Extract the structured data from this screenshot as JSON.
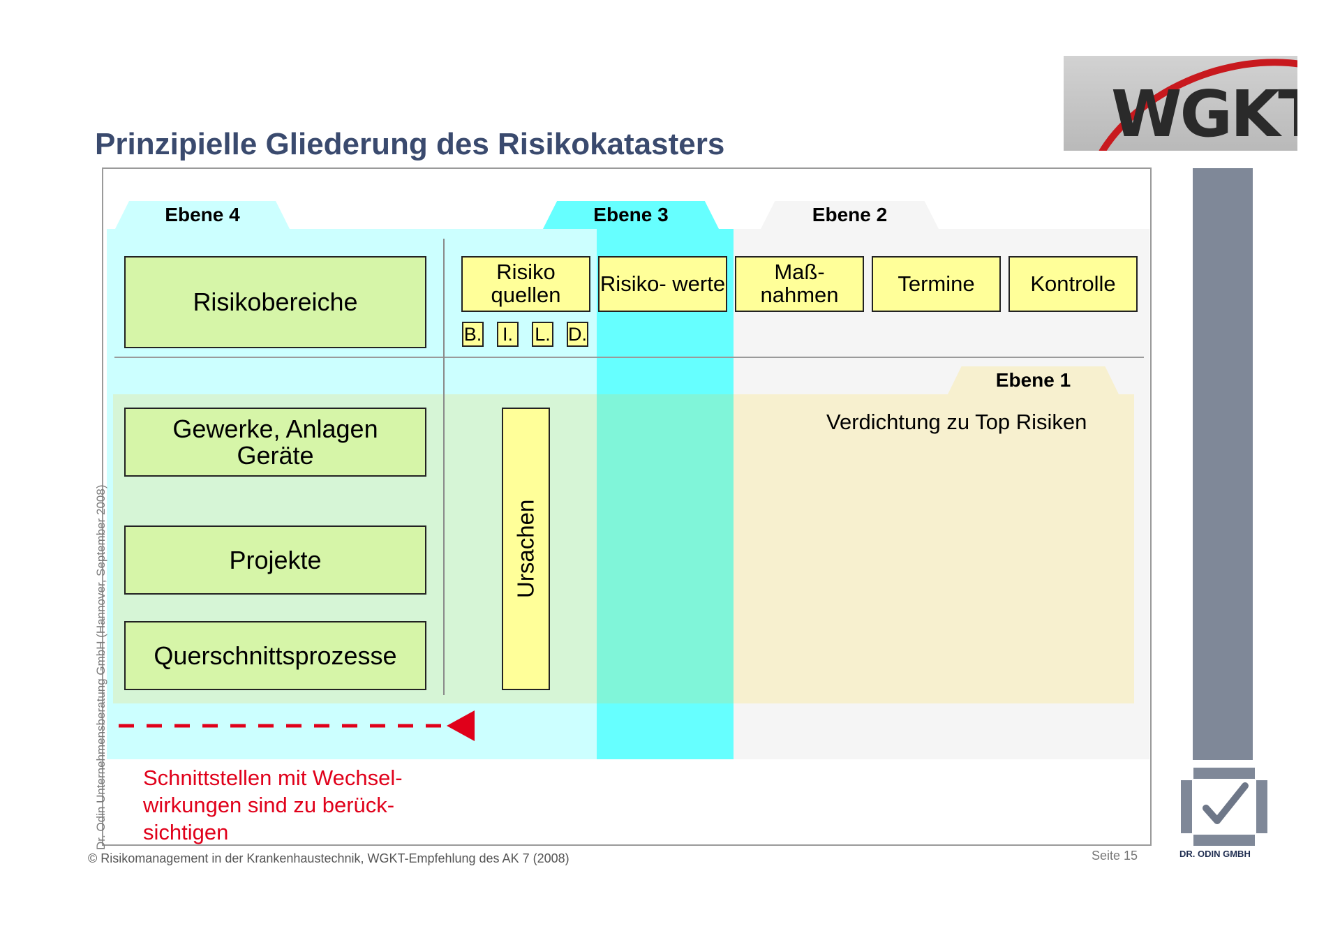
{
  "title": "Prinzipielle Gliederung des Risikokatasters",
  "logo_text": "WGKT",
  "tabs": {
    "ebene4": "Ebene 4",
    "ebene3": "Ebene 3",
    "ebene2": "Ebene 2",
    "ebene1": "Ebene 1"
  },
  "boxes": {
    "risikobereiche": "Risikobereiche",
    "risikoquellen": "Risiko quellen",
    "risikowerte": "Risiko- werte",
    "massnahmen": "Maß- nahmen",
    "termine": "Termine",
    "kontrolle": "Kontrolle",
    "gewerke": "Gewerke, Anlagen Geräte",
    "projekte": "Projekte",
    "querschnitt": "Querschnittsprozesse",
    "ursachen": "Ursachen"
  },
  "small_boxes": [
    "B.",
    "I.",
    "L.",
    "D."
  ],
  "verdichtung": "Verdichtung zu Top Risiken",
  "note": "Schnittstellen mit Wechsel- wirkungen sind zu berück- sichtigen",
  "footer": "© Risikomanagement in der Krankenhaustechnik, WGKT-Empfehlung des AK 7 (2008)",
  "page": "Seite 15",
  "vertical_copyright": "Dr. Odin Unternehmensberatung GmbH (Hannover, September 2008)",
  "odin_label": "DR. ODIN GMBH",
  "colors": {
    "ebene4_bg": "#ccffff",
    "ebene3_bg": "#66ffff",
    "ebene2_bg": "#f5f5f5",
    "green_zone": "#d6f5d6",
    "beige_zone": "#f7f0cf",
    "arrow": "#e0001a",
    "title": "#3a4a6e"
  }
}
